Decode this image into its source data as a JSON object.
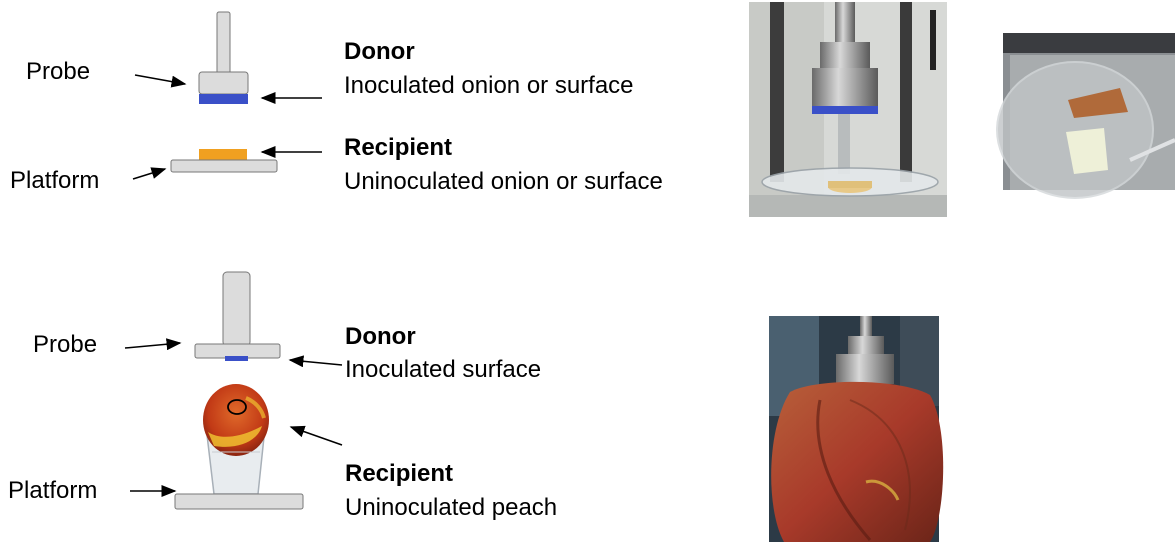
{
  "top": {
    "probe_label": "Probe",
    "platform_label": "Platform",
    "donor_title": "Donor",
    "donor_desc": "Inoculated onion or surface",
    "recipient_title": "Recipient",
    "recipient_desc": "Uninoculated onion or surface"
  },
  "bottom": {
    "probe_label": "Probe",
    "platform_label": "Platform",
    "donor_title": "Donor",
    "donor_desc": "Inoculated surface",
    "recipient_title": "Recipient",
    "recipient_desc": "Uninoculated peach"
  },
  "colors": {
    "probe_fill": "#dcdcdc",
    "donor_blue": "#3a50c8",
    "recipient_orange": "#f0a020",
    "peach_red": "#c8401a",
    "peach_yellow": "#f0c030"
  }
}
